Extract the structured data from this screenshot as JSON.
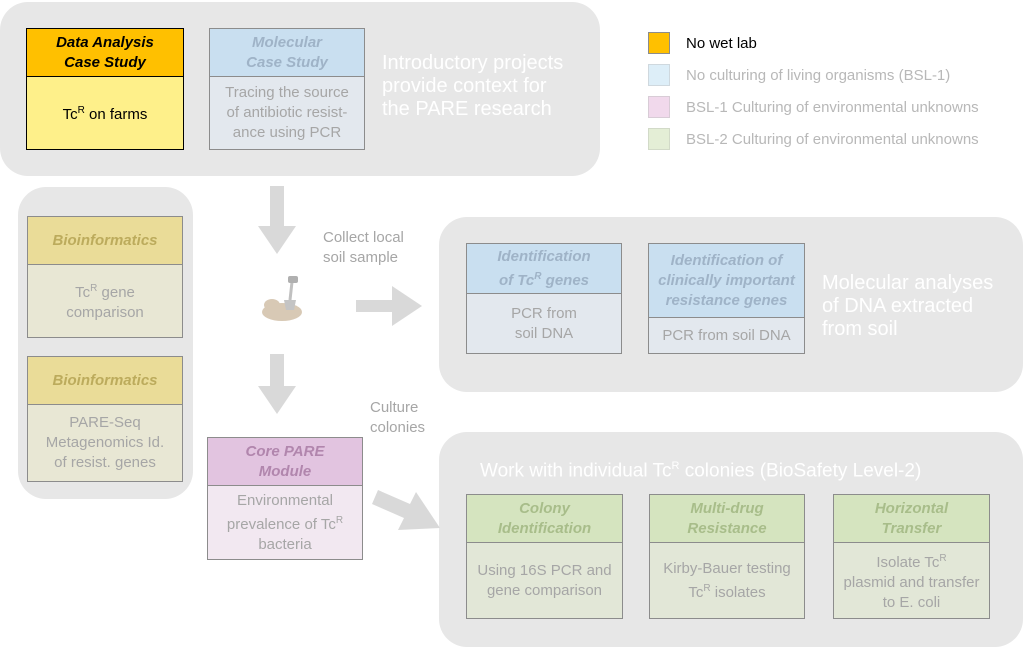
{
  "legend": [
    {
      "label": "No wet lab",
      "color": "#ffc000"
    },
    {
      "label": "No culturing of living organisms (BSL-1)",
      "color": "#ddeef8"
    },
    {
      "label": "BSL-1 Culturing of environmental unknowns",
      "color": "#f1d9ec"
    },
    {
      "label": "BSL-2 Culturing of environmental unknowns",
      "color": "#e4eed6"
    }
  ],
  "intro": {
    "title": "Introductory projects provide context for the PARE research",
    "data_case": {
      "title_line1": "Data Analysis",
      "title_line2": "Case Study",
      "body_main": "Tc",
      "body_sup": "R",
      "body_rest": " on farms"
    },
    "mol_case": {
      "title_line1": "Molecular",
      "title_line2": "Case Study",
      "body": "Tracing the source of antibiotic resist-ance using PCR"
    }
  },
  "bioinf": [
    {
      "title": "Bioinformatics",
      "body_main": "Tc",
      "body_sup": "R",
      "body_rest": " gene comparison"
    },
    {
      "title": "Bioinformatics",
      "body": "PARE-Seq Metagenomics Id. of resist. genes"
    }
  ],
  "annotations": {
    "collect": "Collect local soil sample",
    "culture": "Culture colonies"
  },
  "molecular": {
    "title": "Molecular analyses of DNA extracted from soil",
    "id_tc": {
      "title_a": "Identification",
      "title_b_main": "of Tc",
      "title_b_sup": "R",
      "title_b_rest": " genes",
      "body": "PCR from soil DNA"
    },
    "id_clin": {
      "title": "Identification of clinically important resistance genes",
      "body": "PCR from soil DNA"
    }
  },
  "core": {
    "title_line1": "Core PARE",
    "title_line2": "Module",
    "body_a": "Environmental prevalence of Tc",
    "body_sup": "R",
    "body_b": " bacteria"
  },
  "bsl2": {
    "title_main": "Work with individual Tc",
    "title_sup": "R",
    "title_rest": " colonies (BioSafety Level-2)",
    "cards": [
      {
        "title_line1": "Colony",
        "title_line2": "Identification",
        "body": "Using 16S PCR and gene comparison"
      },
      {
        "title_line1": "Multi-drug",
        "title_line2": "Resistance",
        "body_a": "Kirby-Bauer testing",
        "body_main": "Tc",
        "body_sup": "R",
        "body_rest": " isolates"
      },
      {
        "title_line1": "Horizontal",
        "title_line2": "Transfer",
        "body_a_main": "Isolate Tc",
        "body_sup": "R",
        "body_b": "plasmid and transfer to E. coli"
      }
    ]
  }
}
